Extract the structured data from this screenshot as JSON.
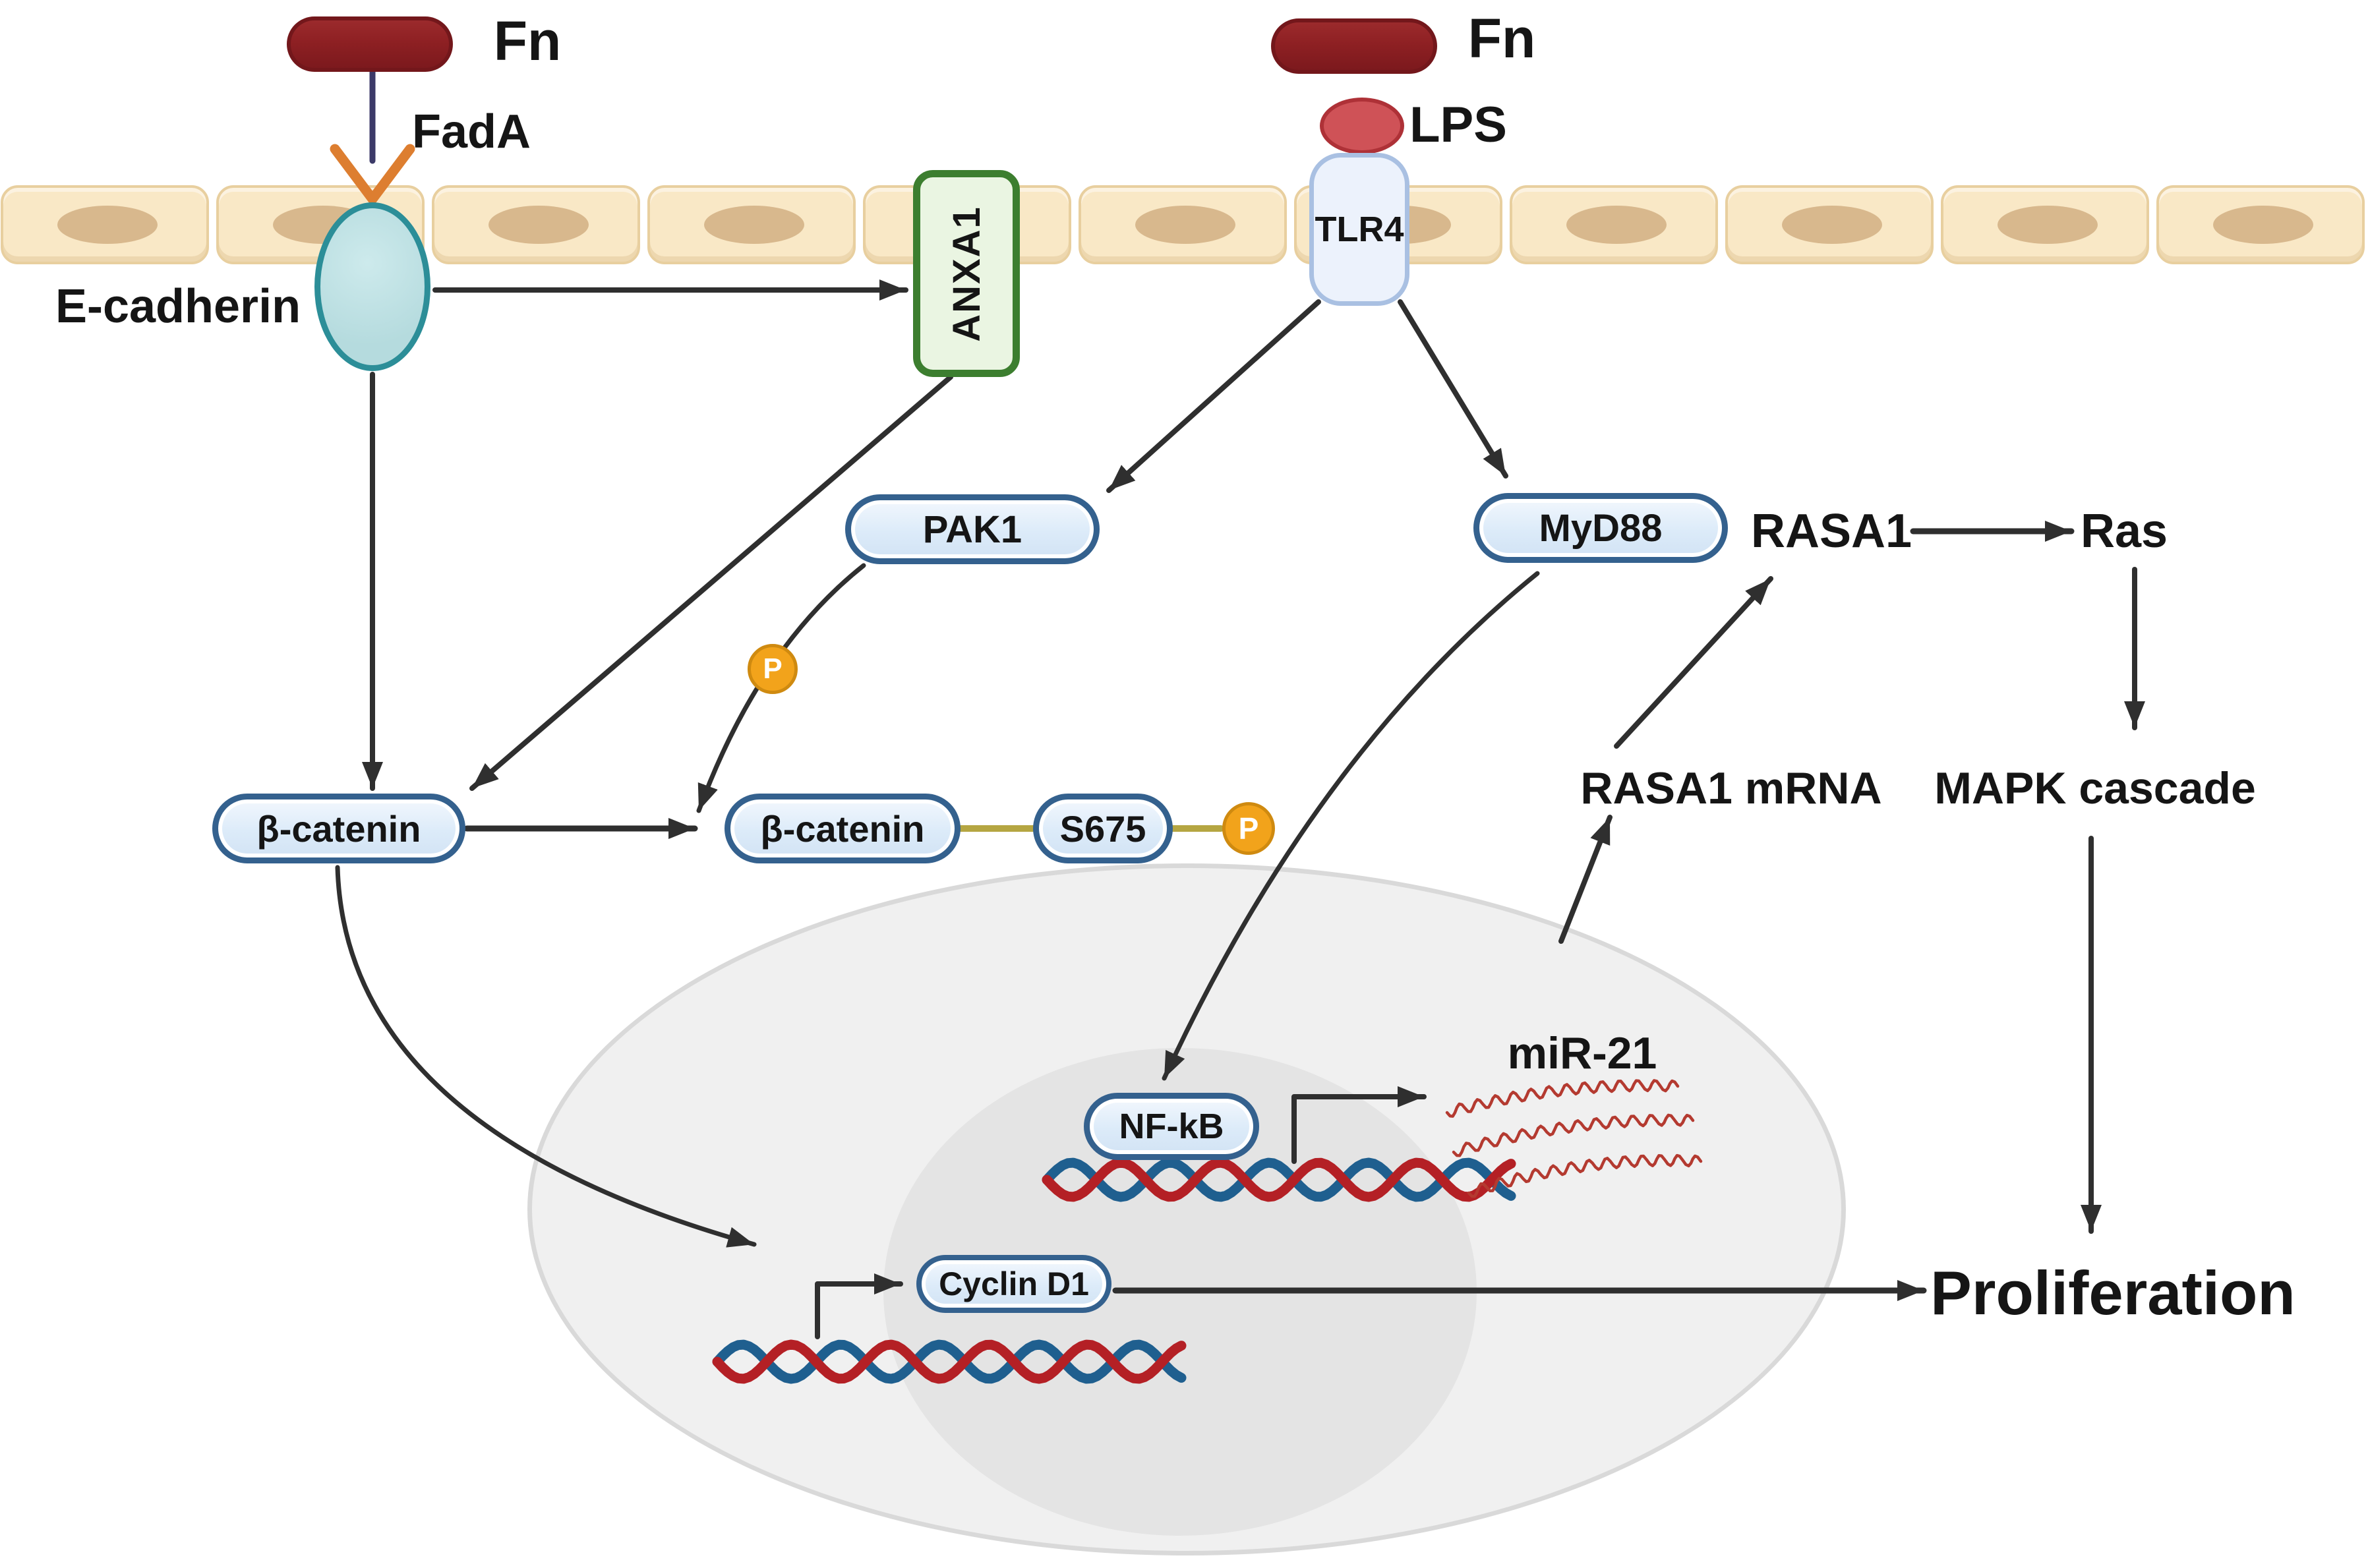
{
  "labels": {
    "fn_left": "Fn",
    "fn_right": "Fn",
    "fada": "FadA",
    "e_cadherin": "E-cadherin",
    "anxa1": "ANXA1",
    "lps": "LPS",
    "tlr4": "TLR4",
    "pak1": "PAK1",
    "myd88": "MyD88",
    "rasa1": "RASA1",
    "ras": "Ras",
    "rasa1_mrna": "RASA1 mRNA",
    "mapk_cascade": "MAPK cascade",
    "beta_catenin": "β-catenin",
    "beta_catenin_p": "β-catenin",
    "s675": "S675",
    "phospho": "P",
    "nfkb": "NF-kB",
    "mir21": "miR-21",
    "cyclin_d1": "Cyclin D1",
    "proliferation": "Proliferation"
  },
  "colors": {
    "arrow": "#2f2f2f",
    "bacterium_fill": "#8e2023",
    "bacterium_border": "#73171b",
    "lps_fill": "#cf5257",
    "membrane_cell_fill": "#f9e8c6",
    "membrane_cell_border": "#e8cf9f",
    "membrane_cell_nucleus": "#d8b88d",
    "e_cadherin_fill": "#bfdfe1",
    "e_cadherin_border": "#2c8e98",
    "anxa1_fill": "#eaf5e2",
    "anxa1_border": "#3c7e2f",
    "tlr4_fill": "#ecf2fc",
    "tlr4_border": "#a9c0e2",
    "pill_fill": "#e1edf9",
    "pill_border": "#34618e",
    "phosphate_fill": "#f2a31b",
    "fada_stalk": "#3c3a68",
    "fada_fork": "#dd7e30",
    "dna_red": "#b42025",
    "dna_blue": "#1f5f8f",
    "mir21_rna": "#b43a30",
    "phospho_linker": "#b5a642",
    "cytoplasm": "#f0f0f0",
    "nucleoplasm": "#e4e4e4"
  }
}
